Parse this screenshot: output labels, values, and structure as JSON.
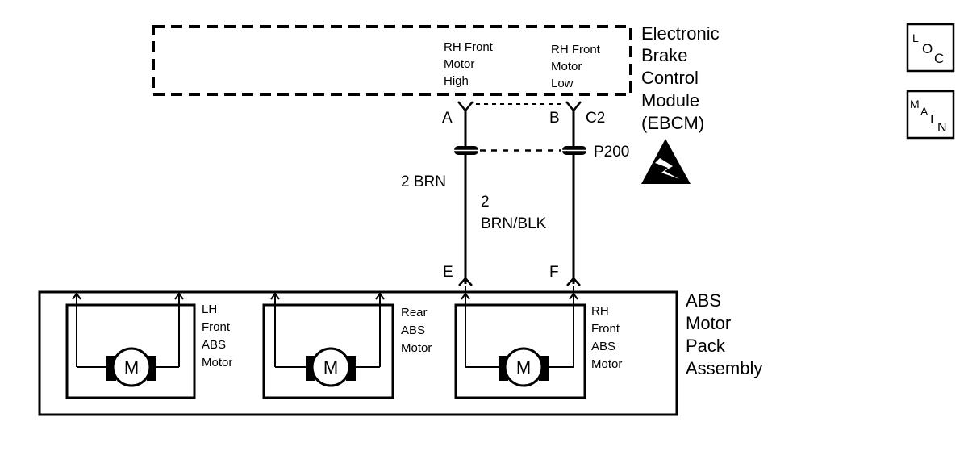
{
  "ebcm": {
    "name_lines": [
      "Electronic",
      "Brake",
      "Control",
      "Module",
      "(EBCM)"
    ],
    "pin_a_label": [
      "RH Front",
      "Motor",
      "High"
    ],
    "pin_b_label": [
      "RH Front",
      "Motor",
      "Low"
    ],
    "pin_a": "A",
    "pin_b": "B",
    "connector": "C2"
  },
  "splice": {
    "label": "P200"
  },
  "wires": {
    "left": "2 BRN",
    "right_gauge": "2",
    "right_color": "BRN/BLK"
  },
  "assembly": {
    "name_lines": [
      "ABS",
      "Motor",
      "Pack",
      "Assembly"
    ],
    "pin_e": "E",
    "pin_f": "F",
    "motors": [
      {
        "symbol": "M",
        "label_lines": [
          "LH",
          "Front",
          "ABS",
          "Motor"
        ]
      },
      {
        "symbol": "M",
        "label_lines": [
          "Rear",
          "ABS",
          "Motor"
        ]
      },
      {
        "symbol": "M",
        "label_lines": [
          "RH",
          "Front",
          "ABS",
          "Motor"
        ]
      }
    ]
  },
  "nav": {
    "loc": [
      "L",
      "O",
      "C"
    ],
    "main": [
      "M",
      "A",
      "I",
      "N"
    ]
  },
  "warning_icon": "esd-sensitive-icon"
}
